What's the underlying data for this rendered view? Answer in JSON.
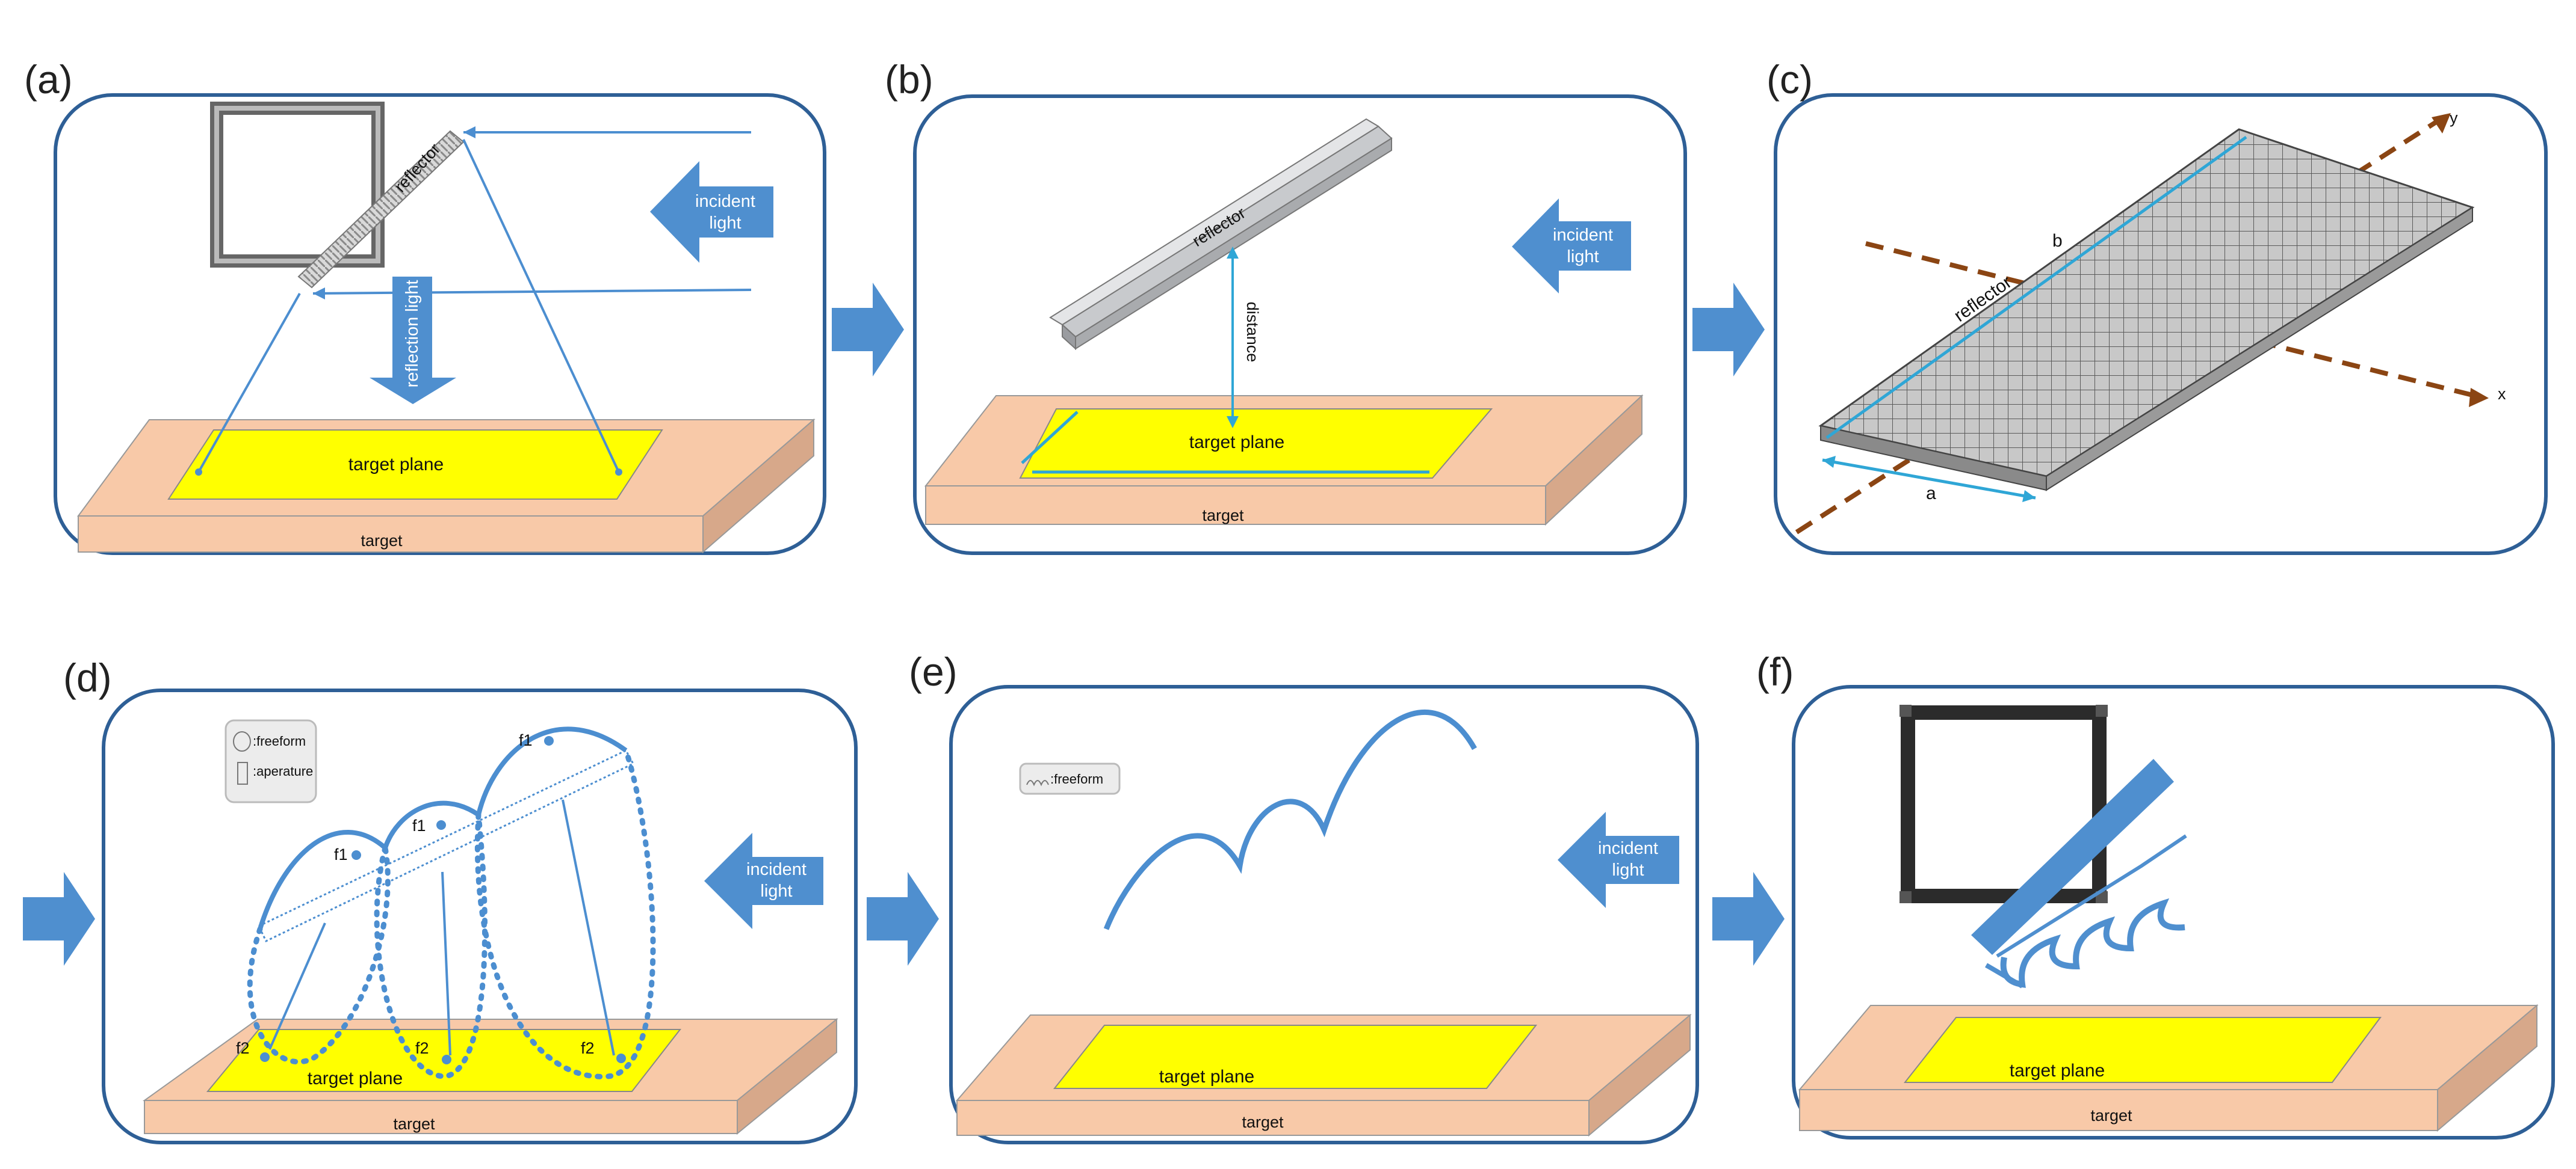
{
  "colors": {
    "panel_border": "#2e5f96",
    "arrow_blue": "#4f8fcf",
    "ray_blue": "#4c8ed0",
    "target_face": "#f8c9a8",
    "target_side": "#d7a88a",
    "target_plane": "#ffff00",
    "reflector_gray": "#c8cacd",
    "axis_brown": "#8b4513",
    "dim_cyan": "#2fa6d6",
    "frame_black": "#2b2b2b"
  },
  "panels": {
    "a": {
      "label": "(a)",
      "reflector": "reflector",
      "incident": [
        "incident",
        "light"
      ],
      "reflection": "reflection light",
      "target_plane": "target plane",
      "target": "target"
    },
    "b": {
      "label": "(b)",
      "reflector": "reflector",
      "distance": "distance",
      "incident": [
        "incident",
        "light"
      ],
      "target_plane": "target plane",
      "target": "target"
    },
    "c": {
      "label": "(c)",
      "reflector": "reflector",
      "dim_a": "a",
      "dim_b": "b",
      "axis_x": "x",
      "axis_y": "y"
    },
    "d": {
      "label": "(d)",
      "legend_freeform": ":freeform",
      "legend_aperature": ":aperature",
      "focus1": "f1",
      "focus2": "f2",
      "incident": [
        "incident",
        "light"
      ],
      "target_plane": "target plane",
      "target": "target"
    },
    "e": {
      "label": "(e)",
      "legend_freeform": ":freeform",
      "incident": [
        "incident",
        "light"
      ],
      "target_plane": "target plane",
      "target": "target"
    },
    "f": {
      "label": "(f)",
      "target_plane": "target plane",
      "target": "target"
    }
  }
}
